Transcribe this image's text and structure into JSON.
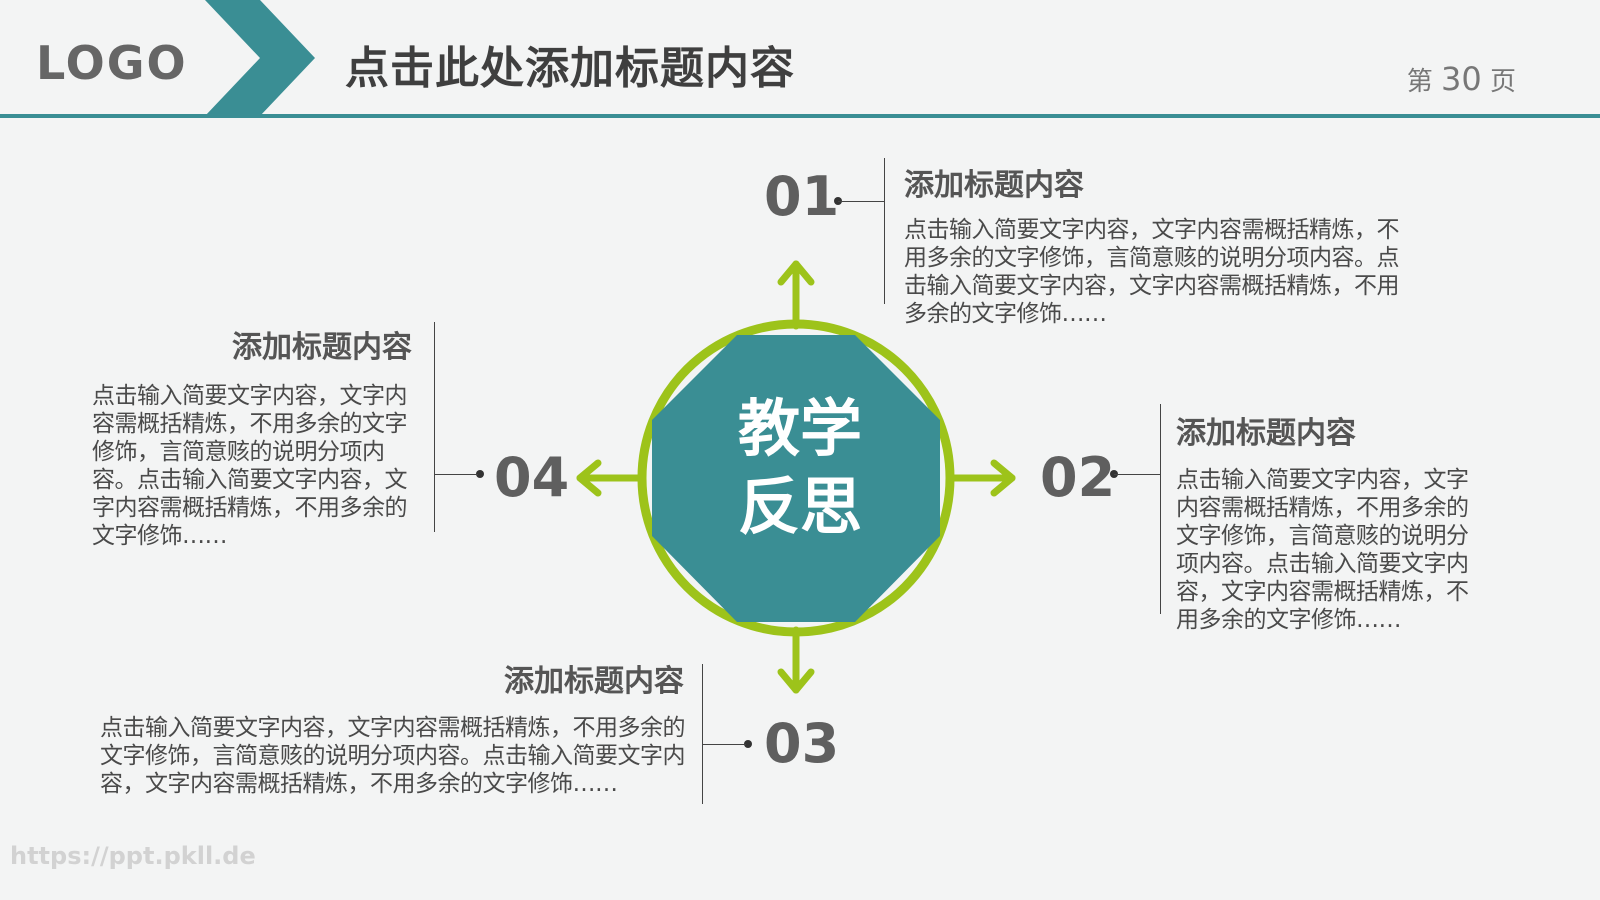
{
  "header": {
    "logo": "LOGO",
    "title": "点击此处添加标题内容",
    "page_prefix": "第",
    "page_number": "30",
    "page_suffix": "页"
  },
  "colors": {
    "teal": "#3a8e94",
    "green": "#9dc31a",
    "background": "#f3f4f4",
    "text_dark": "#4a4a4a"
  },
  "center": {
    "line1": "教学",
    "line2": "反思"
  },
  "items": [
    {
      "number": "01",
      "title": "添加标题内容",
      "body": "点击输入简要文字内容，文字内容需概括精炼，不用多余的文字修饰，言简意赅的说明分项内容。点击输入简要文字内容，文字内容需概括精炼，不用多余的文字修饰……"
    },
    {
      "number": "02",
      "title": "添加标题内容",
      "body": "点击输入简要文字内容，文字内容需概括精炼，不用多余的文字修饰，言简意赅的说明分项内容。点击输入简要文字内容，文字内容需概括精炼，不用多余的文字修饰……"
    },
    {
      "number": "03",
      "title": "添加标题内容",
      "body": "点击输入简要文字内容，文字内容需概括精炼，不用多余的文字修饰，言简意赅的说明分项内容。点击输入简要文字内容，文字内容需概括精炼，不用多余的文字修饰……"
    },
    {
      "number": "04",
      "title": "添加标题内容",
      "body": "点击输入简要文字内容，文字内容需概括精炼，不用多余的文字修饰，言简意赅的说明分项内容。点击输入简要文字内容，文字内容需概括精炼，不用多余的文字修饰……"
    }
  ],
  "watermark": "https://ppt.pkll.de"
}
